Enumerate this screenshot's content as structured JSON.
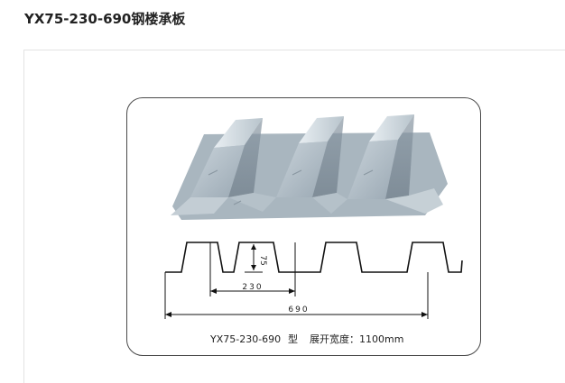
{
  "page": {
    "title": "YX75-230-690钢楼承板"
  },
  "figure": {
    "dimension_height": "75",
    "dimension_pitch": "230",
    "dimension_width": "690",
    "caption_model": "YX75-230-690",
    "caption_type": "型",
    "caption_label": "展开宽度：1100mm"
  }
}
